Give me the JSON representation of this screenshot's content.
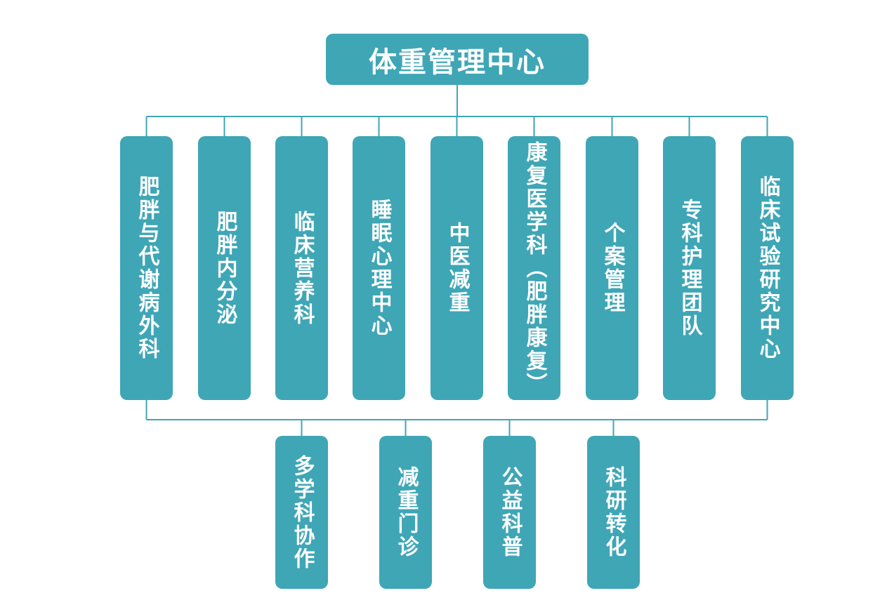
{
  "colors": {
    "box_fill": "#3fa6b6",
    "line": "#3fa6b6",
    "text": "#ffffff"
  },
  "root": {
    "label": "体重管理中心"
  },
  "departments": [
    {
      "label": "肥胖与代谢病外科"
    },
    {
      "label": "肥胖内分泌"
    },
    {
      "label": "临床营养科"
    },
    {
      "label": "睡眠心理中心"
    },
    {
      "label": "中医减重"
    },
    {
      "label": "康复医学科（肥胖康复）"
    },
    {
      "label": "个案管理"
    },
    {
      "label": "专科护理团队"
    },
    {
      "label": "临床试验研究中心"
    }
  ],
  "services": [
    {
      "label": "多学科协作"
    },
    {
      "label": "减重门诊"
    },
    {
      "label": "公益科普"
    },
    {
      "label": "科研转化"
    }
  ]
}
